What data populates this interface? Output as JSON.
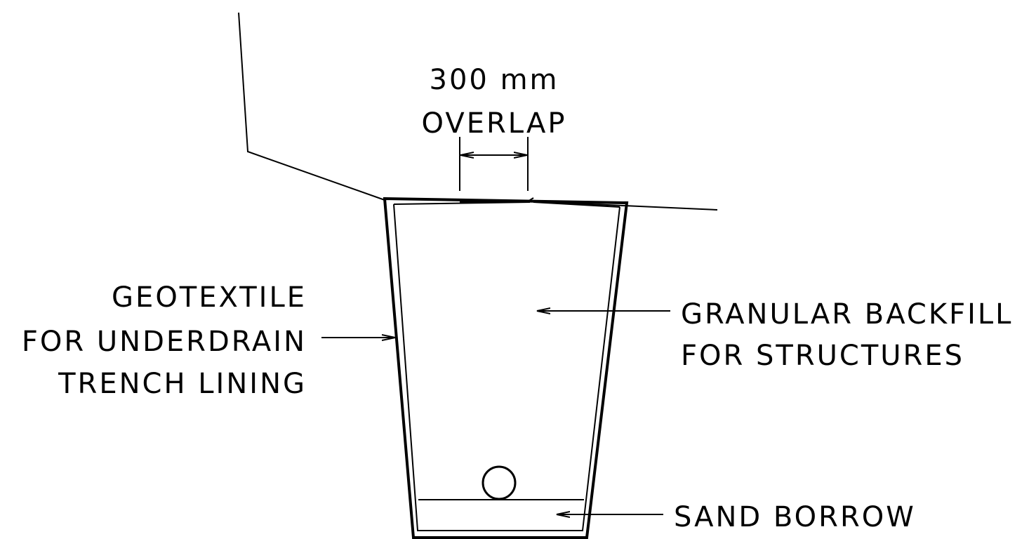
{
  "labels": {
    "overlap_dimension": "300 mm",
    "overlap_word": "OVERLAP",
    "geotextile_line1": "GEOTEXTILE",
    "geotextile_line2": "FOR UNDERDRAIN",
    "geotextile_line3": "TRENCH LINING",
    "backfill_line1": "GRANULAR BACKFILL",
    "backfill_line2": "FOR STRUCTURES",
    "sand_borrow": "SAND BORROW"
  },
  "colors": {
    "line": "#000000",
    "background": "#ffffff"
  }
}
